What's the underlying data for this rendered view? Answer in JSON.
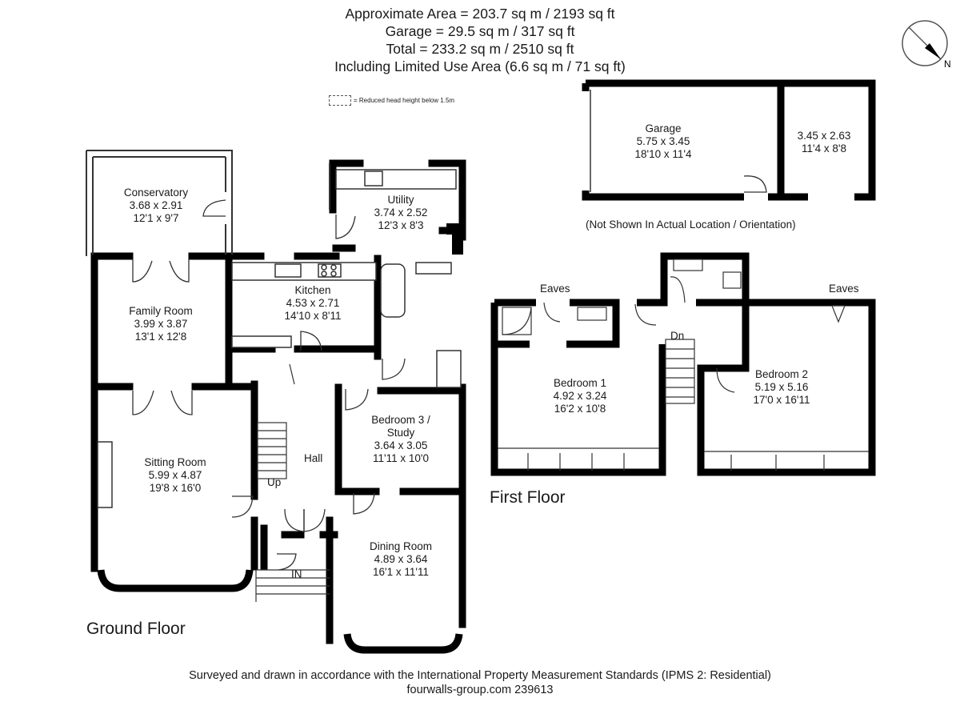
{
  "header": {
    "line1": "Approximate  Area = 203.7 sq m / 2193 sq ft",
    "line2": "Garage = 29.5 sq m / 317 sq ft",
    "line3": "Total = 233.2 sq m / 2510 sq ft",
    "line4": "Including Limited Use Area (6.6 sq m / 71 sq ft)"
  },
  "legend": "= Reduced head height below 1.5m",
  "compass": "N",
  "rooms": {
    "conservatory": {
      "name": "Conservatory",
      "metric": "3.68 x 2.91",
      "imperial": "12'1 x 9'7"
    },
    "utility": {
      "name": "Utility",
      "metric": "3.74 x 2.52",
      "imperial": "12'3 x 8'3"
    },
    "family": {
      "name": "Family Room",
      "metric": "3.99 x 3.87",
      "imperial": "13'1 x 12'8"
    },
    "kitchen": {
      "name": "Kitchen",
      "metric": "4.53 x 2.71",
      "imperial": "14'10 x 8'11"
    },
    "sitting": {
      "name": "Sitting Room",
      "metric": "5.99 x 4.87",
      "imperial": "19'8 x 16'0"
    },
    "bedroom3": {
      "name1": "Bedroom 3 /",
      "name2": "Study",
      "metric": "3.64 x 3.05",
      "imperial": "11'11 x 10'0"
    },
    "dining": {
      "name": "Dining Room",
      "metric": "4.89 x 3.64",
      "imperial": "16'1 x 11'11"
    },
    "garage": {
      "name": "Garage",
      "metric": "5.75 x 3.45",
      "imperial": "18'10 x 11'4"
    },
    "store": {
      "metric": "3.45 x 2.63",
      "imperial": "11'4 x 8'8"
    },
    "bedroom1": {
      "name": "Bedroom 1",
      "metric": "4.92 x 3.24",
      "imperial": "16'2 x 10'8"
    },
    "bedroom2": {
      "name": "Bedroom 2",
      "metric": "5.19 x 5.16",
      "imperial": "17'0 x 16'11"
    }
  },
  "labels": {
    "hall": "Hall",
    "up": "Up",
    "in": "IN",
    "dn": "Dn",
    "eaves_left": "Eaves",
    "eaves_right": "Eaves",
    "not_shown": "(Not Shown In Actual Location / Orientation)"
  },
  "floors": {
    "ground": "Ground Floor",
    "first": "First Floor"
  },
  "footer": {
    "line1": "Surveyed and drawn in accordance with the International Property Measurement Standards (IPMS 2: Residential)",
    "line2": "fourwalls-group.com 239613"
  }
}
